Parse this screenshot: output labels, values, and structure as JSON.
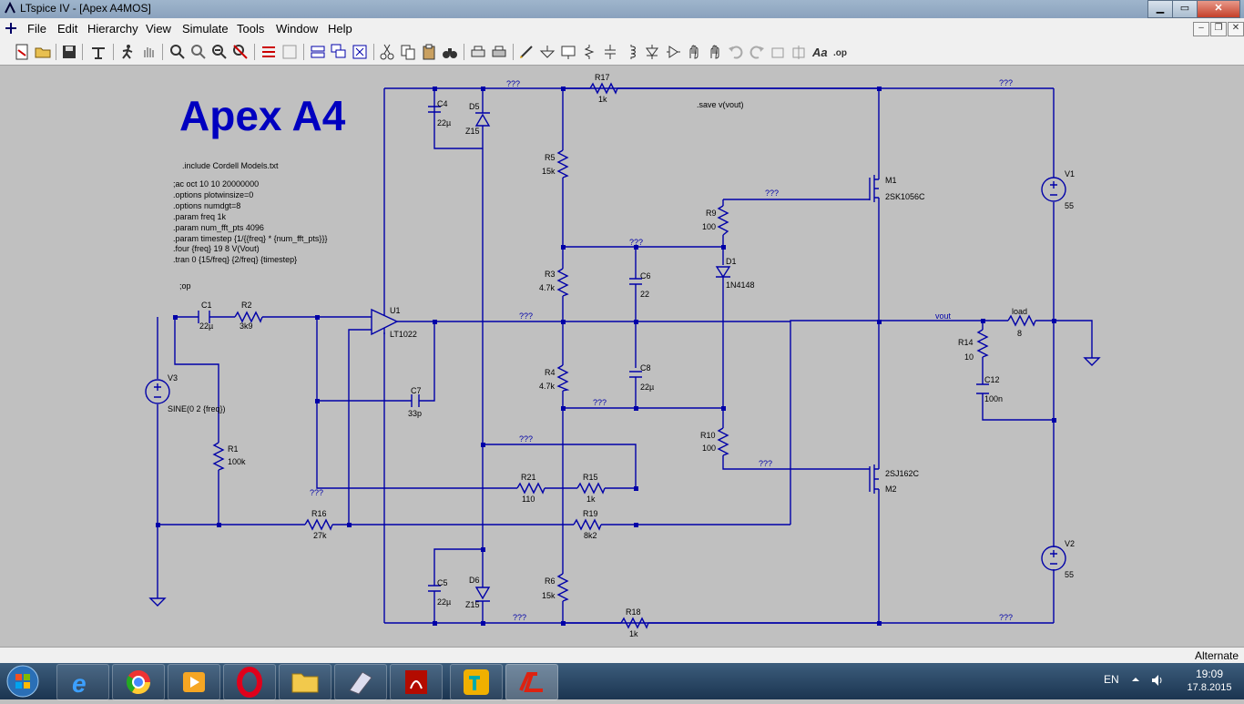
{
  "window": {
    "title": "LTspice IV - [Apex A4MOS]"
  },
  "menu": [
    "File",
    "Edit",
    "Hierarchy",
    "View",
    "Simulate",
    "Tools",
    "Window",
    "Help"
  ],
  "status": {
    "text": "Alternate"
  },
  "schematic": {
    "title": "Apex A4",
    "include": ".include Cordell Models.txt",
    "directives": [
      ";ac oct 10 10 20000000",
      ".options plotwinsize=0",
      ".options numdgt=8",
      ".param freq 1k",
      ".param num_fft_pts 4096",
      ".param timestep {1/{{freq} * {num_fft_pts}}}",
      ".four {freq} 19 8 V(Vout)",
      ".tran 0 {15/freq} {2/freq} {timestep}"
    ],
    "op_directive": ";op",
    "save_directive": ".save v(vout)",
    "net_unknown": "???",
    "net_vout": "vout",
    "components": {
      "c1": {
        "name": "C1",
        "value": "22µ"
      },
      "r2": {
        "name": "R2",
        "value": "3k9"
      },
      "u1": {
        "name": "U1",
        "value": "LT1022"
      },
      "v3": {
        "name": "V3",
        "value": "SINE(0 2 {freq})"
      },
      "r1": {
        "name": "R1",
        "value": "100k"
      },
      "c7": {
        "name": "C7",
        "value": "33p"
      },
      "r16": {
        "name": "R16",
        "value": "27k"
      },
      "c4": {
        "name": "C4",
        "value": "22µ"
      },
      "d5": {
        "name": "D5",
        "value": "Z15"
      },
      "c5": {
        "name": "C5",
        "value": "22µ"
      },
      "d6": {
        "name": "D6",
        "value": "Z15"
      },
      "r17": {
        "name": "R17",
        "value": "1k"
      },
      "r18": {
        "name": "R18",
        "value": "1k"
      },
      "r5": {
        "name": "R5",
        "value": "15k"
      },
      "r3": {
        "name": "R3",
        "value": "4.7k"
      },
      "r4": {
        "name": "R4",
        "value": "4.7k"
      },
      "r6": {
        "name": "R6",
        "value": "15k"
      },
      "c6": {
        "name": "C6",
        "value": "22"
      },
      "c8": {
        "name": "C8",
        "value": "22µ"
      },
      "r21": {
        "name": "R21",
        "value": "110"
      },
      "r15": {
        "name": "R15",
        "value": "1k"
      },
      "r19": {
        "name": "R19",
        "value": "8k2"
      },
      "r9": {
        "name": "R9",
        "value": "100"
      },
      "d1": {
        "name": "D1",
        "value": "1N4148"
      },
      "r10": {
        "name": "R10",
        "value": "100"
      },
      "m1": {
        "name": "M1",
        "value": "2SK1056C"
      },
      "m2": {
        "name": "M2",
        "value": "2SJ162C"
      },
      "v1": {
        "name": "V1",
        "value": "55"
      },
      "v2": {
        "name": "V2",
        "value": "55"
      },
      "load": {
        "name": "load",
        "value": "8"
      },
      "r14": {
        "name": "R14",
        "value": "10"
      },
      "c12": {
        "name": "C12",
        "value": "100n"
      }
    }
  },
  "taskbar": {
    "language": "EN",
    "time": "19:09",
    "date": "17.8.2015"
  },
  "colors": {
    "wire": "#0000a8",
    "title": "#0000c0",
    "canvas": "#c0c0c0"
  }
}
